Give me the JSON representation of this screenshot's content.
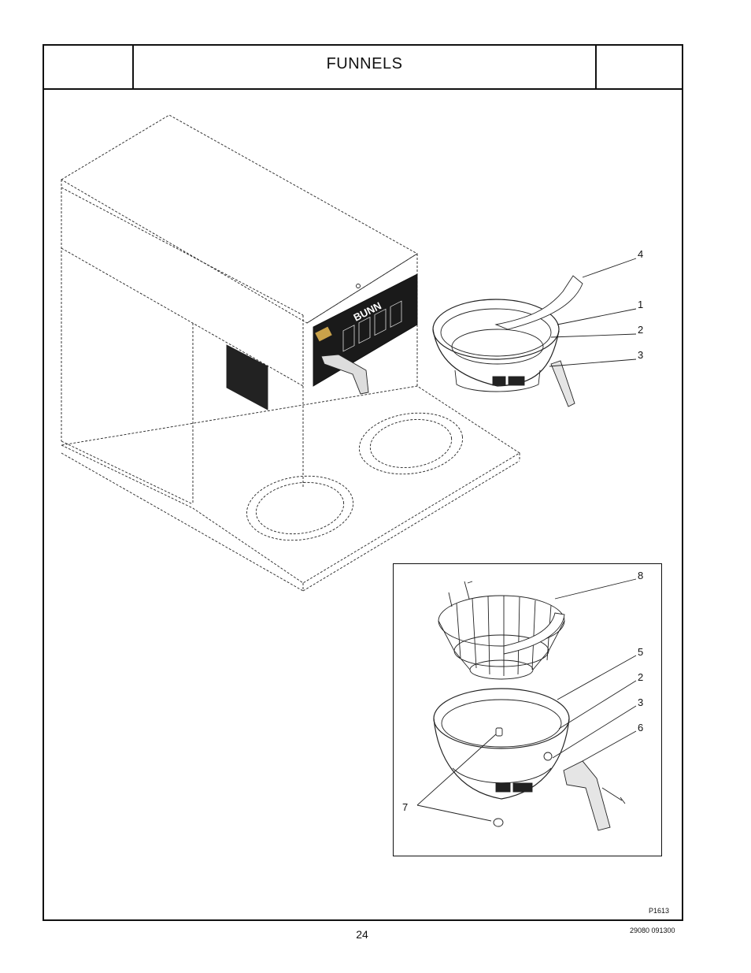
{
  "page": {
    "title": "FUNNELS",
    "page_number": "24",
    "doc_number": "29080 091300",
    "figure_ref": "P1613"
  },
  "brewer": {
    "brand": "BUNN"
  },
  "callouts": {
    "main": [
      "4",
      "1",
      "2",
      "3"
    ],
    "inset": [
      "8",
      "5",
      "2",
      "3",
      "6",
      "7"
    ]
  }
}
